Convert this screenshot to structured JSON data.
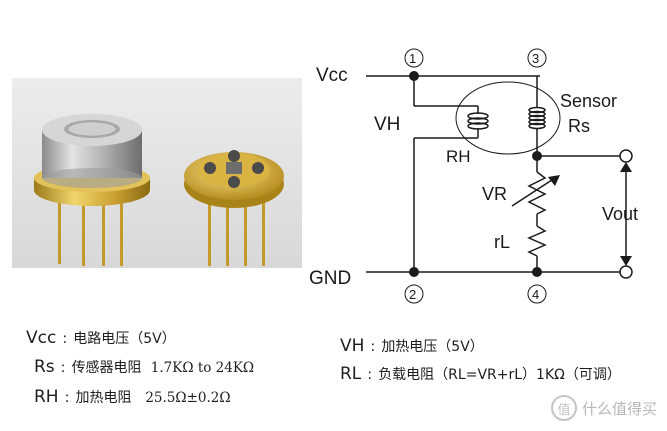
{
  "circuit": {
    "vcc_label": "Vcc",
    "gnd_label": "GND",
    "vh_label": "VH",
    "rh_label": "RH",
    "rs_label": "Rs",
    "sensor_label": "Sensor",
    "vr_label": "VR",
    "rl_label": "rL",
    "vout_label": "Vout",
    "pin_1": "1",
    "pin_2": "2",
    "pin_3": "3",
    "pin_4": "4"
  },
  "legend": {
    "vcc": {
      "symbol": "Vcc",
      "text": "电路电压（5V）"
    },
    "rs": {
      "symbol": "Rs",
      "text": "传感器电阻",
      "value": "1.7KΩ  to 24KΩ"
    },
    "rh": {
      "symbol": "RH",
      "text": "加热电阻",
      "value": "25.5Ω±0.2Ω"
    },
    "vh": {
      "symbol": "VH",
      "text": "加热电压（5V）"
    },
    "rl": {
      "symbol": "RL",
      "text": "负载电阻（RL=VR+rL）1KΩ（可调）"
    }
  },
  "watermark": {
    "text": "什么值得买",
    "logo_glyph": "值"
  }
}
